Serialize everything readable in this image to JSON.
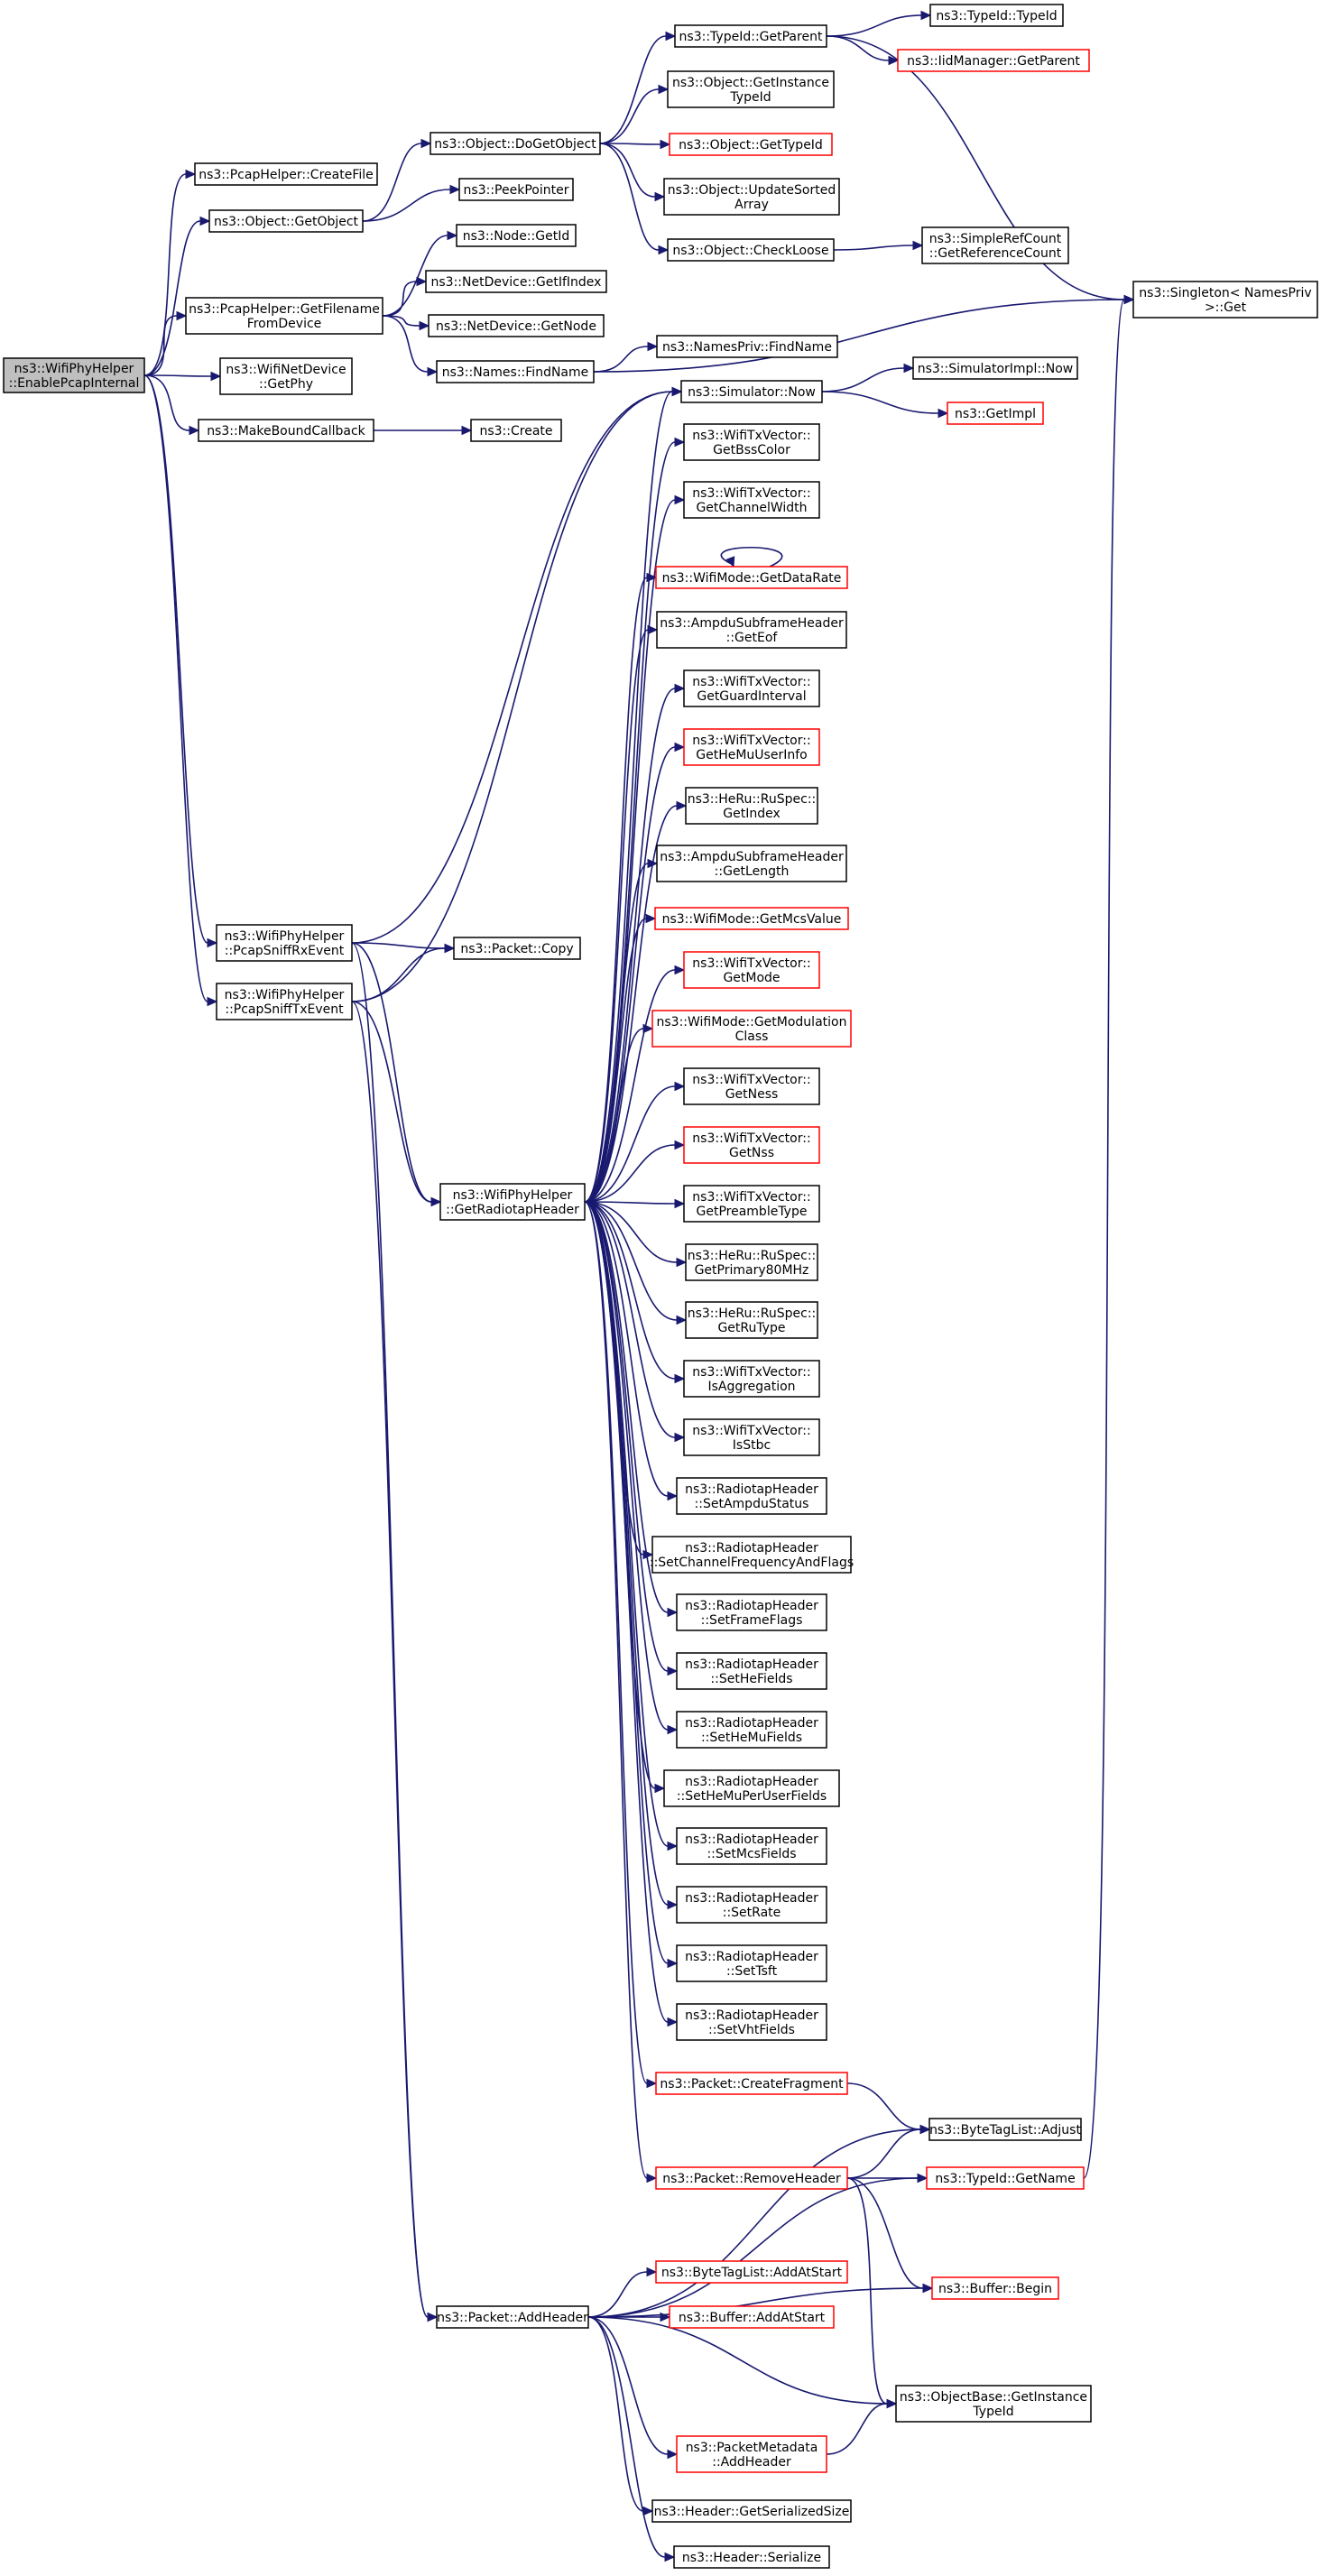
{
  "nodes": [
    {
      "id": "root",
      "lines": [
        "ns3::WifiPhyHelper",
        "::EnablePcapInternal"
      ],
      "root": true
    },
    {
      "id": "createFile",
      "lines": [
        "ns3::PcapHelper::CreateFile"
      ]
    },
    {
      "id": "getObject",
      "lines": [
        "ns3::Object::GetObject"
      ]
    },
    {
      "id": "doGetObject",
      "lines": [
        "ns3::Object::DoGetObject"
      ]
    },
    {
      "id": "typeIdGetParent",
      "lines": [
        "ns3::TypeId::GetParent"
      ]
    },
    {
      "id": "typeIdTypeId",
      "lines": [
        "ns3::TypeId::TypeId"
      ]
    },
    {
      "id": "iidGetParent",
      "lines": [
        "ns3::IidManager::GetParent"
      ],
      "red": true
    },
    {
      "id": "objGetInstanceTypeId",
      "lines": [
        "ns3::Object::GetInstance",
        "TypeId"
      ]
    },
    {
      "id": "objGetTypeId",
      "lines": [
        "ns3::Object::GetTypeId"
      ],
      "red": true
    },
    {
      "id": "objUpdateSortedArray",
      "lines": [
        "ns3::Object::UpdateSorted",
        "Array"
      ]
    },
    {
      "id": "objCheckLoose",
      "lines": [
        "ns3::Object::CheckLoose"
      ]
    },
    {
      "id": "simpleRefCount",
      "lines": [
        "ns3::SimpleRefCount",
        "::GetReferenceCount"
      ]
    },
    {
      "id": "singletonGet",
      "lines": [
        "ns3::Singleton< NamesPriv",
        ">::Get"
      ]
    },
    {
      "id": "peekPointer",
      "lines": [
        "ns3::PeekPointer"
      ]
    },
    {
      "id": "getFilename",
      "lines": [
        "ns3::PcapHelper::GetFilename",
        "FromDevice"
      ]
    },
    {
      "id": "nodeGetId",
      "lines": [
        "ns3::Node::GetId"
      ]
    },
    {
      "id": "netDevGetIfIndex",
      "lines": [
        "ns3::NetDevice::GetIfIndex"
      ]
    },
    {
      "id": "netDevGetNode",
      "lines": [
        "ns3::NetDevice::GetNode"
      ]
    },
    {
      "id": "namesFindName",
      "lines": [
        "ns3::Names::FindName"
      ]
    },
    {
      "id": "namesPrivFindName",
      "lines": [
        "ns3::NamesPriv::FindName"
      ]
    },
    {
      "id": "wifiNetDevGetPhy",
      "lines": [
        "ns3::WifiNetDevice",
        "::GetPhy"
      ]
    },
    {
      "id": "makeBoundCallback",
      "lines": [
        "ns3::MakeBoundCallback"
      ]
    },
    {
      "id": "create",
      "lines": [
        "ns3::Create"
      ]
    },
    {
      "id": "simulatorNow",
      "lines": [
        "ns3::Simulator::Now"
      ]
    },
    {
      "id": "simImplNow",
      "lines": [
        "ns3::SimulatorImpl::Now"
      ]
    },
    {
      "id": "getImpl",
      "lines": [
        "ns3::GetImpl"
      ],
      "red": true
    },
    {
      "id": "getBssColor",
      "lines": [
        "ns3::WifiTxVector::",
        "GetBssColor"
      ]
    },
    {
      "id": "getChannelWidth",
      "lines": [
        "ns3::WifiTxVector::",
        "GetChannelWidth"
      ]
    },
    {
      "id": "getDataRate",
      "lines": [
        "ns3::WifiMode::GetDataRate"
      ],
      "red": true
    },
    {
      "id": "ampduGetEof",
      "lines": [
        "ns3::AmpduSubframeHeader",
        "::GetEof"
      ]
    },
    {
      "id": "getGuardInterval",
      "lines": [
        "ns3::WifiTxVector::",
        "GetGuardInterval"
      ]
    },
    {
      "id": "getHeMuUserInfo",
      "lines": [
        "ns3::WifiTxVector::",
        "GetHeMuUserInfo"
      ],
      "red": true
    },
    {
      "id": "heRuGetIndex",
      "lines": [
        "ns3::HeRu::RuSpec::",
        "GetIndex"
      ]
    },
    {
      "id": "ampduGetLength",
      "lines": [
        "ns3::AmpduSubframeHeader",
        "::GetLength"
      ]
    },
    {
      "id": "getMcsValue",
      "lines": [
        "ns3::WifiMode::GetMcsValue"
      ],
      "red": true
    },
    {
      "id": "getMode",
      "lines": [
        "ns3::WifiTxVector::",
        "GetMode"
      ],
      "red": true
    },
    {
      "id": "getModulationClass",
      "lines": [
        "ns3::WifiMode::GetModulation",
        "Class"
      ],
      "red": true
    },
    {
      "id": "getNess",
      "lines": [
        "ns3::WifiTxVector::",
        "GetNess"
      ]
    },
    {
      "id": "getNss",
      "lines": [
        "ns3::WifiTxVector::",
        "GetNss"
      ],
      "red": true
    },
    {
      "id": "getPreambleType",
      "lines": [
        "ns3::WifiTxVector::",
        "GetPreambleType"
      ]
    },
    {
      "id": "getPrimary80MHz",
      "lines": [
        "ns3::HeRu::RuSpec::",
        "GetPrimary80MHz"
      ]
    },
    {
      "id": "getRuType",
      "lines": [
        "ns3::HeRu::RuSpec::",
        "GetRuType"
      ]
    },
    {
      "id": "isAggregation",
      "lines": [
        "ns3::WifiTxVector::",
        "IsAggregation"
      ]
    },
    {
      "id": "isStbc",
      "lines": [
        "ns3::WifiTxVector::",
        "IsStbc"
      ]
    },
    {
      "id": "setAmpduStatus",
      "lines": [
        "ns3::RadiotapHeader",
        "::SetAmpduStatus"
      ]
    },
    {
      "id": "setChannelFreq",
      "lines": [
        "ns3::RadiotapHeader",
        "::SetChannelFrequencyAndFlags"
      ]
    },
    {
      "id": "setFrameFlags",
      "lines": [
        "ns3::RadiotapHeader",
        "::SetFrameFlags"
      ]
    },
    {
      "id": "setHeFields",
      "lines": [
        "ns3::RadiotapHeader",
        "::SetHeFields"
      ]
    },
    {
      "id": "setHeMuFields",
      "lines": [
        "ns3::RadiotapHeader",
        "::SetHeMuFields"
      ]
    },
    {
      "id": "setHeMuPerUser",
      "lines": [
        "ns3::RadiotapHeader",
        "::SetHeMuPerUserFields"
      ]
    },
    {
      "id": "setMcsFields",
      "lines": [
        "ns3::RadiotapHeader",
        "::SetMcsFields"
      ]
    },
    {
      "id": "setRate",
      "lines": [
        "ns3::RadiotapHeader",
        "::SetRate"
      ]
    },
    {
      "id": "setTsft",
      "lines": [
        "ns3::RadiotapHeader",
        "::SetTsft"
      ]
    },
    {
      "id": "setVhtFields",
      "lines": [
        "ns3::RadiotapHeader",
        "::SetVhtFields"
      ]
    },
    {
      "id": "pcapSniffRx",
      "lines": [
        "ns3::WifiPhyHelper",
        "::PcapSniffRxEvent"
      ]
    },
    {
      "id": "pcapSniffTx",
      "lines": [
        "ns3::WifiPhyHelper",
        "::PcapSniffTxEvent"
      ]
    },
    {
      "id": "packetCopy",
      "lines": [
        "ns3::Packet::Copy"
      ]
    },
    {
      "id": "getRadiotapHeader",
      "lines": [
        "ns3::WifiPhyHelper",
        "::GetRadiotapHeader"
      ]
    },
    {
      "id": "createFragment",
      "lines": [
        "ns3::Packet::CreateFragment"
      ],
      "red": true
    },
    {
      "id": "byteTagAdjust",
      "lines": [
        "ns3::ByteTagList::Adjust"
      ]
    },
    {
      "id": "removeHeader",
      "lines": [
        "ns3::Packet::RemoveHeader"
      ],
      "red": true
    },
    {
      "id": "typeIdGetName",
      "lines": [
        "ns3::TypeId::GetName"
      ],
      "red": true
    },
    {
      "id": "byteTagAddAtStart",
      "lines": [
        "ns3::ByteTagList::AddAtStart"
      ],
      "red": true
    },
    {
      "id": "bufferBegin",
      "lines": [
        "ns3::Buffer::Begin"
      ],
      "red": true
    },
    {
      "id": "addHeader",
      "lines": [
        "ns3::Packet::AddHeader"
      ]
    },
    {
      "id": "bufferAddAtStart",
      "lines": [
        "ns3::Buffer::AddAtStart"
      ],
      "red": true
    },
    {
      "id": "objBaseGetInstanceTypeId",
      "lines": [
        "ns3::ObjectBase::GetInstance",
        "TypeId"
      ]
    },
    {
      "id": "packetMetadataAddHeader",
      "lines": [
        "ns3::PacketMetadata",
        "::AddHeader"
      ],
      "red": true
    },
    {
      "id": "headerGetSerializedSize",
      "lines": [
        "ns3::Header::GetSerializedSize"
      ]
    },
    {
      "id": "headerSerialize",
      "lines": [
        "ns3::Header::Serialize"
      ]
    }
  ],
  "edges": [
    [
      "root",
      "createFile"
    ],
    [
      "root",
      "getObject"
    ],
    [
      "root",
      "getFilename"
    ],
    [
      "root",
      "wifiNetDevGetPhy"
    ],
    [
      "root",
      "makeBoundCallback"
    ],
    [
      "root",
      "pcapSniffRx"
    ],
    [
      "root",
      "pcapSniffTx"
    ],
    [
      "getObject",
      "doGetObject"
    ],
    [
      "getObject",
      "peekPointer"
    ],
    [
      "doGetObject",
      "typeIdGetParent"
    ],
    [
      "doGetObject",
      "objGetInstanceTypeId"
    ],
    [
      "doGetObject",
      "objGetTypeId"
    ],
    [
      "doGetObject",
      "objUpdateSortedArray"
    ],
    [
      "doGetObject",
      "objCheckLoose"
    ],
    [
      "typeIdGetParent",
      "typeIdTypeId"
    ],
    [
      "typeIdGetParent",
      "iidGetParent"
    ],
    [
      "typeIdGetParent",
      "singletonGet"
    ],
    [
      "objCheckLoose",
      "simpleRefCount"
    ],
    [
      "getFilename",
      "nodeGetId"
    ],
    [
      "getFilename",
      "netDevGetIfIndex"
    ],
    [
      "getFilename",
      "netDevGetNode"
    ],
    [
      "getFilename",
      "namesFindName"
    ],
    [
      "namesFindName",
      "singletonGet"
    ],
    [
      "namesFindName",
      "namesPrivFindName"
    ],
    [
      "makeBoundCallback",
      "create"
    ],
    [
      "simulatorNow",
      "simImplNow"
    ],
    [
      "simulatorNow",
      "getImpl"
    ],
    [
      "getDataRate",
      "getDataRate"
    ],
    [
      "pcapSniffRx",
      "simulatorNow"
    ],
    [
      "pcapSniffRx",
      "packetCopy"
    ],
    [
      "pcapSniffRx",
      "getRadiotapHeader"
    ],
    [
      "pcapSniffRx",
      "addHeader"
    ],
    [
      "pcapSniffTx",
      "packetCopy"
    ],
    [
      "pcapSniffTx",
      "simulatorNow"
    ],
    [
      "pcapSniffTx",
      "getRadiotapHeader"
    ],
    [
      "pcapSniffTx",
      "addHeader"
    ],
    [
      "getRadiotapHeader",
      "simulatorNow"
    ],
    [
      "getRadiotapHeader",
      "getBssColor"
    ],
    [
      "getRadiotapHeader",
      "getChannelWidth"
    ],
    [
      "getRadiotapHeader",
      "getDataRate"
    ],
    [
      "getRadiotapHeader",
      "ampduGetEof"
    ],
    [
      "getRadiotapHeader",
      "getGuardInterval"
    ],
    [
      "getRadiotapHeader",
      "getHeMuUserInfo"
    ],
    [
      "getRadiotapHeader",
      "heRuGetIndex"
    ],
    [
      "getRadiotapHeader",
      "ampduGetLength"
    ],
    [
      "getRadiotapHeader",
      "getMcsValue"
    ],
    [
      "getRadiotapHeader",
      "getMode"
    ],
    [
      "getRadiotapHeader",
      "getModulationClass"
    ],
    [
      "getRadiotapHeader",
      "getNess"
    ],
    [
      "getRadiotapHeader",
      "getNss"
    ],
    [
      "getRadiotapHeader",
      "getPreambleType"
    ],
    [
      "getRadiotapHeader",
      "getPrimary80MHz"
    ],
    [
      "getRadiotapHeader",
      "getRuType"
    ],
    [
      "getRadiotapHeader",
      "isAggregation"
    ],
    [
      "getRadiotapHeader",
      "isStbc"
    ],
    [
      "getRadiotapHeader",
      "setAmpduStatus"
    ],
    [
      "getRadiotapHeader",
      "setChannelFreq"
    ],
    [
      "getRadiotapHeader",
      "setFrameFlags"
    ],
    [
      "getRadiotapHeader",
      "setHeFields"
    ],
    [
      "getRadiotapHeader",
      "setHeMuFields"
    ],
    [
      "getRadiotapHeader",
      "setHeMuPerUser"
    ],
    [
      "getRadiotapHeader",
      "setMcsFields"
    ],
    [
      "getRadiotapHeader",
      "setRate"
    ],
    [
      "getRadiotapHeader",
      "setTsft"
    ],
    [
      "getRadiotapHeader",
      "setVhtFields"
    ],
    [
      "getRadiotapHeader",
      "createFragment"
    ],
    [
      "getRadiotapHeader",
      "removeHeader"
    ],
    [
      "createFragment",
      "byteTagAdjust"
    ],
    [
      "removeHeader",
      "byteTagAdjust"
    ],
    [
      "removeHeader",
      "typeIdGetName"
    ],
    [
      "removeHeader",
      "bufferBegin"
    ],
    [
      "removeHeader",
      "objBaseGetInstanceTypeId"
    ],
    [
      "typeIdGetName",
      "singletonGet"
    ],
    [
      "addHeader",
      "byteTagAdjust"
    ],
    [
      "addHeader",
      "typeIdGetName"
    ],
    [
      "addHeader",
      "byteTagAddAtStart"
    ],
    [
      "addHeader",
      "bufferBegin"
    ],
    [
      "addHeader",
      "bufferAddAtStart"
    ],
    [
      "addHeader",
      "objBaseGetInstanceTypeId"
    ],
    [
      "addHeader",
      "packetMetadataAddHeader"
    ],
    [
      "addHeader",
      "headerGetSerializedSize"
    ],
    [
      "addHeader",
      "headerSerialize"
    ],
    [
      "packetMetadataAddHeader",
      "objBaseGetInstanceTypeId"
    ]
  ]
}
